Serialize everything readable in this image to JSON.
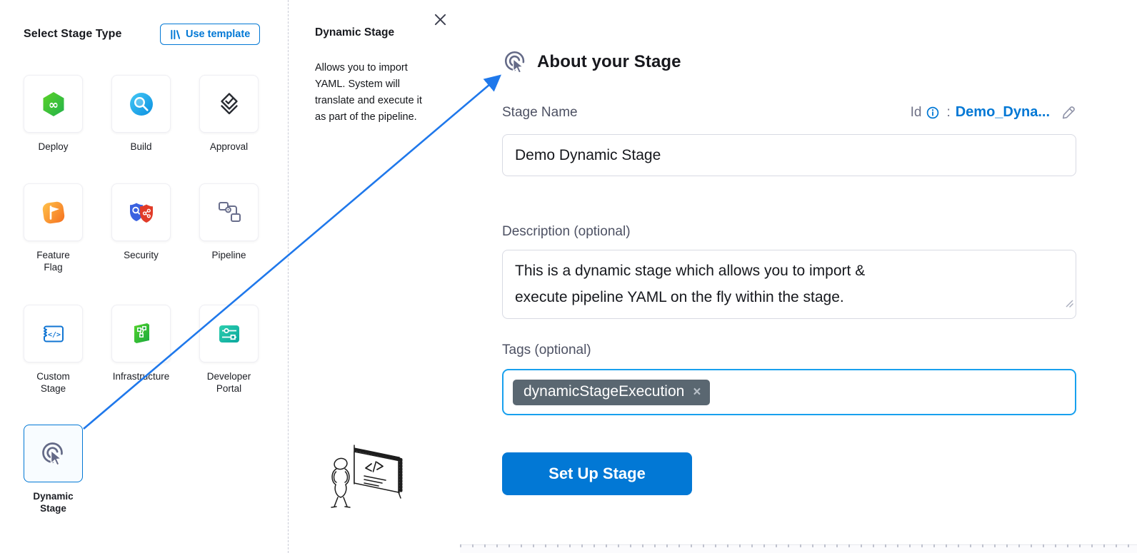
{
  "left_panel": {
    "title": "Select Stage Type",
    "use_template_label": "Use template",
    "stages": [
      {
        "id": "deploy",
        "label": "Deploy",
        "icon": "deploy-icon",
        "selected": false
      },
      {
        "id": "build",
        "label": "Build",
        "icon": "build-icon",
        "selected": false
      },
      {
        "id": "approval",
        "label": "Approval",
        "icon": "approval-icon",
        "selected": false
      },
      {
        "id": "feature-flag",
        "label": "Feature\nFlag",
        "icon": "feature-flag-icon",
        "selected": false
      },
      {
        "id": "security",
        "label": "Security",
        "icon": "security-icon",
        "selected": false
      },
      {
        "id": "pipeline",
        "label": "Pipeline",
        "icon": "pipeline-icon",
        "selected": false
      },
      {
        "id": "custom-stage",
        "label": "Custom\nStage",
        "icon": "custom-stage-icon",
        "selected": false
      },
      {
        "id": "infrastructure",
        "label": "Infrastructure",
        "icon": "infrastructure-icon",
        "selected": false
      },
      {
        "id": "developer-portal",
        "label": "Developer\nPortal",
        "icon": "developer-portal-icon",
        "selected": false
      },
      {
        "id": "dynamic-stage",
        "label": "Dynamic\nStage",
        "icon": "dynamic-stage-icon",
        "selected": true
      }
    ]
  },
  "info_panel": {
    "title": "Dynamic Stage",
    "description": "Allows you to import YAML. System will translate and execute it as part of the pipeline.",
    "close_icon": "close-icon"
  },
  "form_panel": {
    "title": "About your Stage",
    "header_icon": "dynamic-stage-icon",
    "stage_name_label": "Stage Name",
    "id_label": "Id",
    "id_colon": ":",
    "id_value": "Demo_Dyna...",
    "stage_name_value": "Demo Dynamic Stage",
    "description_label": "Description (optional)",
    "description_value": "This is a dynamic stage which allows you to import & execute pipeline YAML on the fly within the stage.",
    "tags_label": "Tags (optional)",
    "tags": [
      {
        "text": "dynamicStageExecution",
        "remove_glyph": "×"
      }
    ],
    "submit_label": "Set Up Stage"
  },
  "colors": {
    "accent_blue": "#0278d5",
    "focus_border_blue": "#18a0ee",
    "arrow_blue": "#1f78eb",
    "tag_chip_bg": "#5a6771",
    "label_gray": "#4d5163",
    "icon_slate": "#646a87"
  }
}
